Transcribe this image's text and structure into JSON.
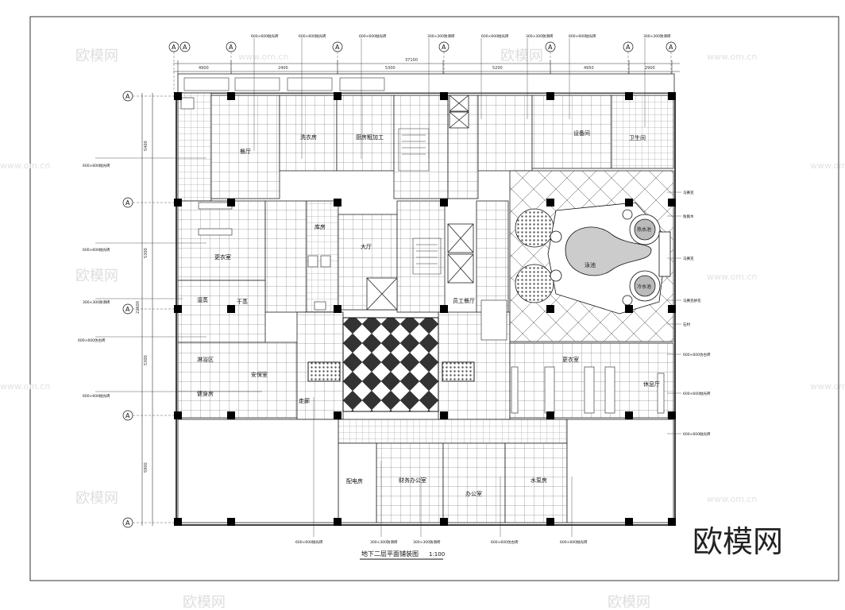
{
  "drawing": {
    "title": "地下二层平面铺装图",
    "scale": "1:100",
    "watermark": "欧模网",
    "watermark_url": "www.om.cn",
    "axis_label": "A",
    "overall_dim": "37100",
    "top_dims": [
      "4900",
      "2400",
      "5300",
      "5200",
      "4950",
      "2900"
    ],
    "left_dims": [
      "5400",
      "5300",
      "5300",
      "5900"
    ],
    "left_total": "22600"
  },
  "rooms": [
    {
      "id": "meeting",
      "label": "餐厅"
    },
    {
      "id": "laundry",
      "label": "洗衣房"
    },
    {
      "id": "kitchen",
      "label": "厨房粗加工"
    },
    {
      "id": "storage",
      "label": "库房"
    },
    {
      "id": "changing",
      "label": "更衣室"
    },
    {
      "id": "sauna_dry",
      "label": "干蒸"
    },
    {
      "id": "wet",
      "label": "湿蒸"
    },
    {
      "id": "shower",
      "label": "淋浴区"
    },
    {
      "id": "gym",
      "label": "健身房"
    },
    {
      "id": "security",
      "label": "安保室"
    },
    {
      "id": "office",
      "label": "办公室"
    },
    {
      "id": "finance",
      "label": "财务办公室"
    },
    {
      "id": "electric",
      "label": "配电房"
    },
    {
      "id": "pool",
      "label": "泳池"
    },
    {
      "id": "hot_pool",
      "label": "热水池"
    },
    {
      "id": "cold_pool",
      "label": "冷水池"
    },
    {
      "id": "locker",
      "label": "更衣室"
    },
    {
      "id": "rest",
      "label": "休息厅"
    },
    {
      "id": "hall",
      "label": "大厅"
    },
    {
      "id": "corridor",
      "label": "走廊"
    },
    {
      "id": "pump",
      "label": "水泵房"
    },
    {
      "id": "equip",
      "label": "设备间"
    },
    {
      "id": "toilet",
      "label": "卫生间"
    },
    {
      "id": "staff",
      "label": "员工餐厅"
    }
  ],
  "callouts_top": [
    "600×600抛光砖",
    "600×600抛光砖",
    "600×600抛光砖",
    "300×300防滑砖",
    "600×600抛光砖",
    "300×300防滑砖",
    "600×600抛光砖",
    "300×300防滑砖"
  ],
  "callouts_left": [
    "600×600抛光砖",
    "600×600抛光砖",
    "300×300防滑砖",
    "600×600仿古砖",
    "600×600抛光砖"
  ],
  "callouts_right": [
    "马赛克",
    "防腐木",
    "马赛克",
    "马赛克拼花",
    "石材",
    "600×600仿古砖",
    "600×600抛光砖",
    "600×600抛光砖"
  ],
  "callouts_bottom": [
    "600×600抛光砖",
    "300×300防滑砖",
    "300×300防滑砖",
    "600×600仿古砖",
    "600×600抛光砖"
  ]
}
